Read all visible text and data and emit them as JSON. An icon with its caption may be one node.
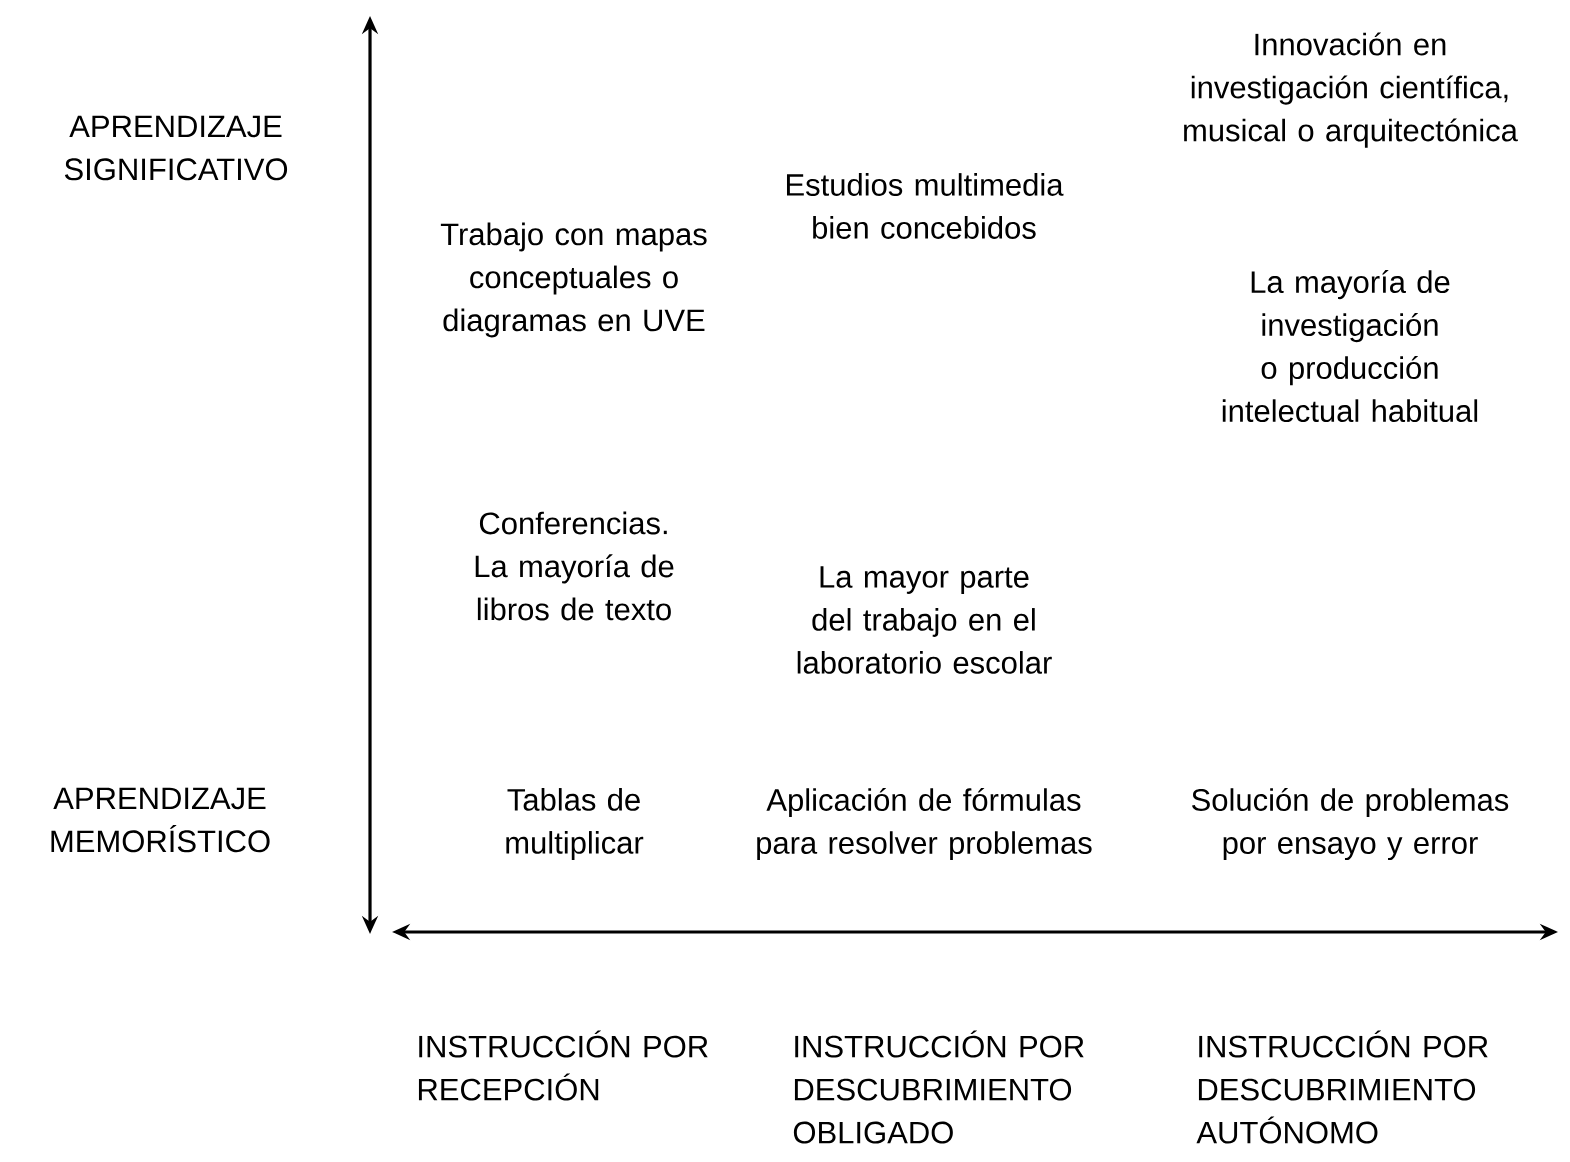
{
  "diagram": {
    "labels": [
      "APRENDIZAJE SIGNIFICATIVO",
      "Innovación en investigación científica, musical o arquitectónica",
      "Estudios multimedia bien concebidos",
      "Trabajo con mapas conceptuales o diagramas en UVE",
      "La mayoría de investigación o producción intelectual habitual",
      "Conferencias. La mayoría de libros de texto",
      "La mayor parte del trabajo en el laboratorio escolar",
      "APRENDIZAJE MEMORÍSTICO",
      "Tablas de multiplicar",
      "Aplicación de fórmulas para resolver problemas",
      "Solución de problemas por ensayo y error",
      "INSTRUCCIÓN POR RECEPCIÓN",
      "INSTRUCCIÓN POR DESCUBRIMIENTO OBLIGADO",
      "INSTRUCCIÓN POR DESCUBRIMIENTO AUTÓNOMO"
    ]
  }
}
